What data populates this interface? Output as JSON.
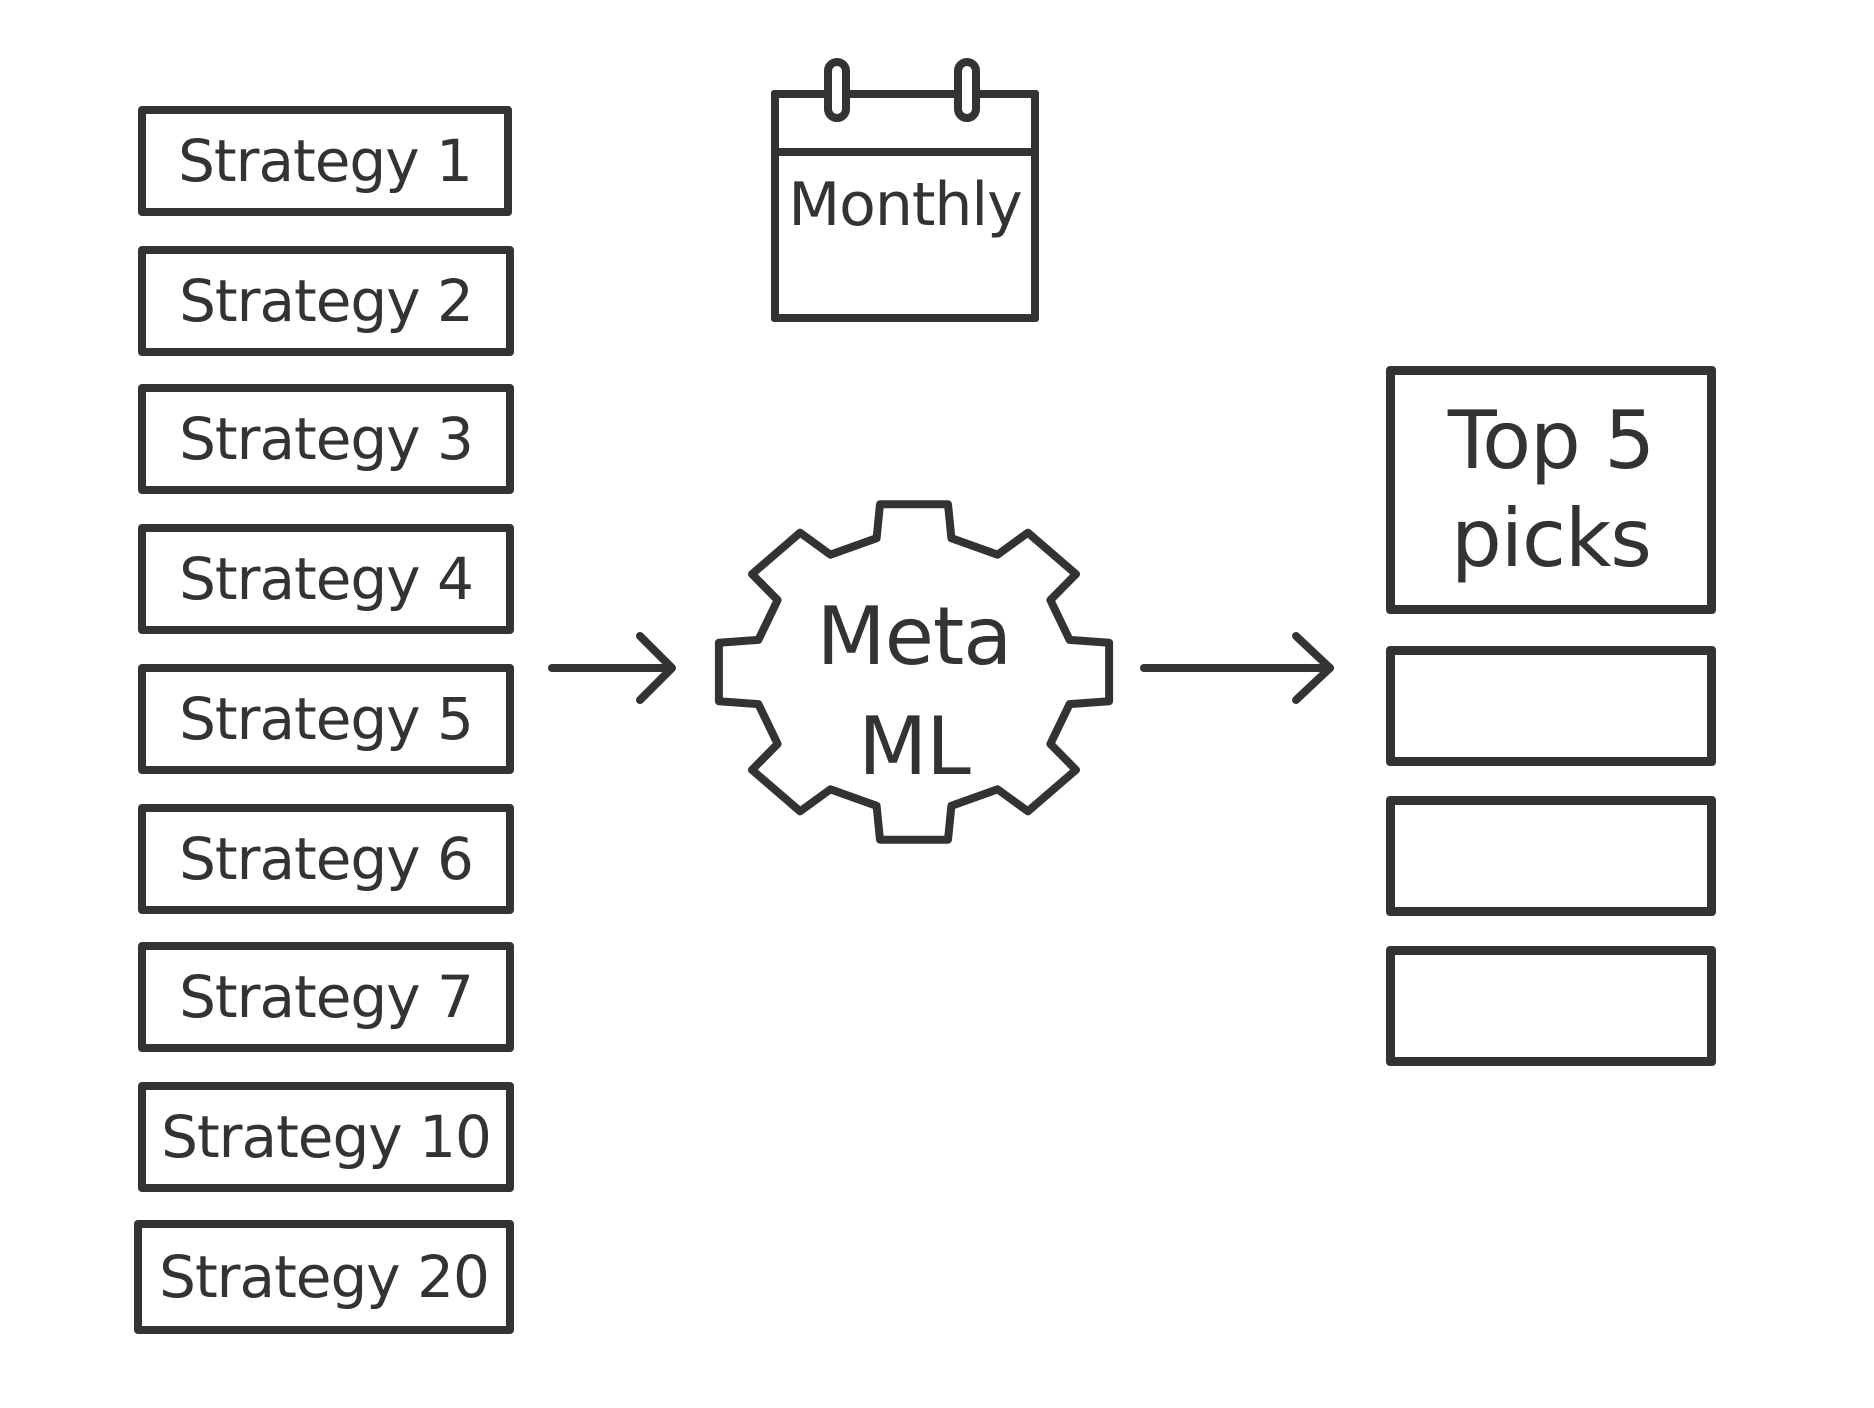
{
  "strategies": [
    {
      "label": "Strategy 1"
    },
    {
      "label": "Strategy 2"
    },
    {
      "label": "Strategy 3"
    },
    {
      "label": "Strategy 4"
    },
    {
      "label": "Strategy 5"
    },
    {
      "label": "Strategy 6"
    },
    {
      "label": "Strategy 7"
    },
    {
      "label": "Strategy 10"
    },
    {
      "label": "Strategy 20"
    }
  ],
  "calendar": {
    "label": "Monthly",
    "icon": "calendar-icon"
  },
  "gear": {
    "line1": "Meta",
    "line2": "ML",
    "icon": "gear-icon"
  },
  "output": {
    "title_line1": "Top 5",
    "title_line2": "picks",
    "empty_slots": 3
  },
  "colors": {
    "stroke": "#333333",
    "background": "#ffffff"
  }
}
